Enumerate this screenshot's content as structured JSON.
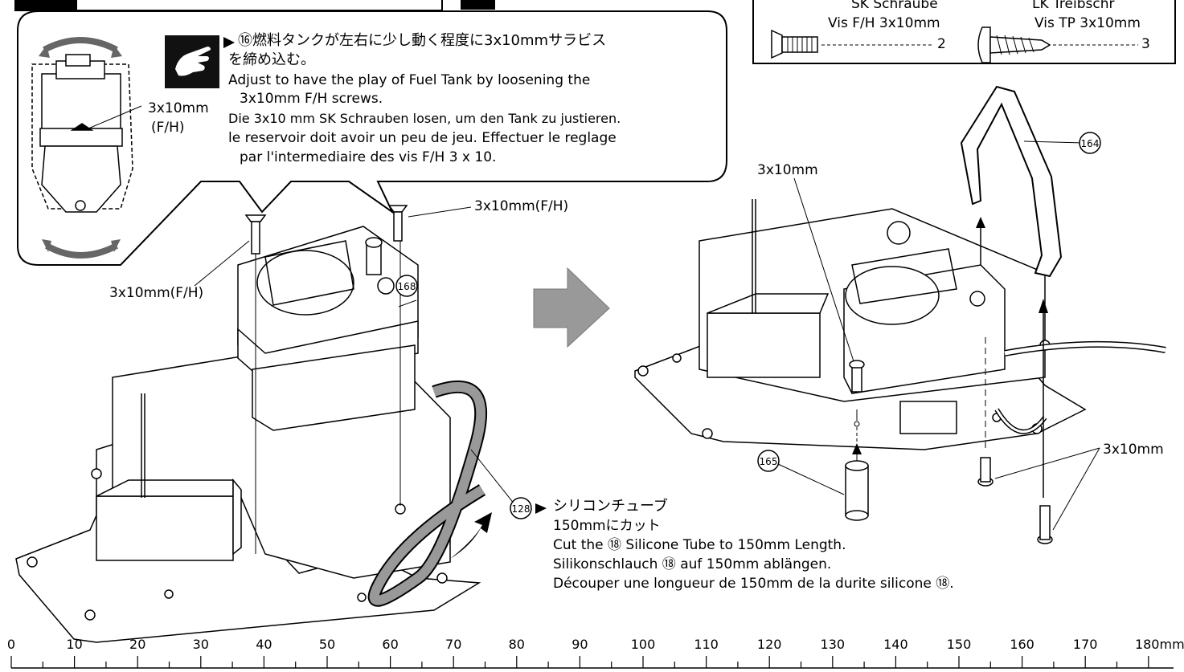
{
  "callout": {
    "ja_line1": "⑯燃料タンクが左右に少し動く程度に3x10mmサラビス",
    "ja_line2": "を締め込む。",
    "en_line1": "Adjust to have the play of Fuel Tank by loosening the",
    "en_line2": "3x10mm F/H screws.",
    "de_line": "Die 3x10 mm SK Schrauben losen, um den Tank zu justieren.",
    "fr_line1": "le reservoir doit avoir un peu de jeu. Effectuer le reglage",
    "fr_line2": "par l'intermediaire des vis F/H 3 x 10."
  },
  "inset": {
    "screw_label": "3x10mm",
    "screw_type": "(F/H)"
  },
  "parts_box": {
    "col1_line1": "SK Schraube",
    "col1_line2": "Vis F/H 3x10mm",
    "col1_qty": "2",
    "col2_line1": "LK Treibschr",
    "col2_line2": "Vis TP 3x10mm",
    "col2_qty": "3"
  },
  "left_diagram": {
    "screw_top": "3x10mm(F/H)",
    "screw_left": "3x10mm(F/H)",
    "tank_part": "168",
    "tube_part": "128"
  },
  "tube_note": {
    "ja_line1": "シリコンチューブ",
    "ja_line2": "150mmにカット",
    "en": "Cut the ⑱ Silicone Tube to 150mm Length.",
    "de": "Silikonschlauch ⑱ auf 150mm ablängen.",
    "fr": "Découper une longueur de 150mm de la durite silicone ⑱."
  },
  "right_diagram": {
    "screw_top": "3x10mm",
    "screw_bottom": "3x10mm",
    "handle_part": "164",
    "post_part": "165"
  },
  "ruler": {
    "labels": [
      "0",
      "10",
      "20",
      "30",
      "40",
      "50",
      "60",
      "70",
      "80",
      "90",
      "100",
      "110",
      "120",
      "130",
      "140",
      "150",
      "160",
      "170",
      "180mm"
    ]
  }
}
